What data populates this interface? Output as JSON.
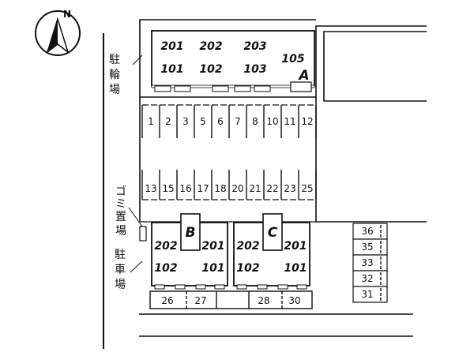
{
  "compass": {
    "north": "N"
  },
  "labels": {
    "bike_parking": [
      "駐",
      "輪",
      "場"
    ],
    "garbage": [
      "ゴ",
      "ミ",
      "置",
      "場"
    ],
    "car_parking": [
      "駐",
      "車",
      "場"
    ]
  },
  "building_a": {
    "name": "A",
    "upper_units": [
      "201",
      "202",
      "203"
    ],
    "lower_units": [
      "101",
      "102",
      "103"
    ],
    "corner_unit": "105"
  },
  "building_b": {
    "name": "B",
    "upper_units": [
      "202",
      "201"
    ],
    "lower_units": [
      "102",
      "101"
    ]
  },
  "building_c": {
    "name": "C",
    "upper_units": [
      "202",
      "201"
    ],
    "lower_units": [
      "102",
      "101"
    ]
  },
  "parking": {
    "upper_row": [
      "1",
      "2",
      "3",
      "5",
      "6",
      "7",
      "8",
      "10",
      "11",
      "12"
    ],
    "middle_row": [
      "13",
      "15",
      "16",
      "17",
      "18",
      "20",
      "21",
      "22",
      "23",
      "25"
    ],
    "bottom_row_b": [
      "26",
      "27"
    ],
    "bottom_row_c": [
      "28",
      "30"
    ],
    "right_column": [
      "36",
      "35",
      "33",
      "32",
      "31"
    ]
  }
}
